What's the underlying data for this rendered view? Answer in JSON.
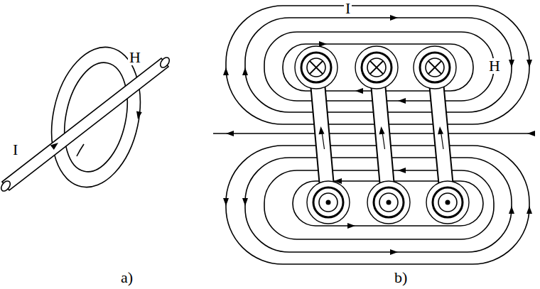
{
  "diagram": {
    "labels": [
      "I",
      "H",
      "I",
      "H",
      "a)",
      "b)"
    ]
  }
}
